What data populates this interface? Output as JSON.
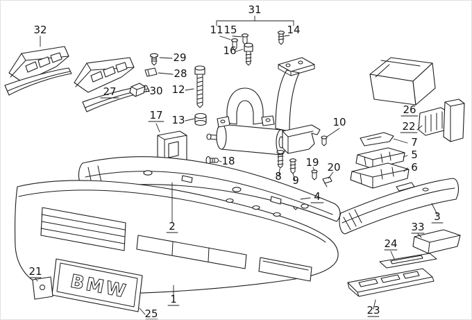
{
  "colors": {
    "background": "#ffffff",
    "line": "#1a1a1a"
  },
  "plate": {
    "text": "BMW"
  },
  "labels": {
    "l1": "1",
    "l2": "2",
    "l3": "3",
    "l4": "4",
    "l5": "5",
    "l6": "6",
    "l7": "7",
    "l8": "8",
    "l9": "9",
    "l10": "10",
    "l11": "11",
    "l12": "12",
    "l13": "13",
    "l14": "14",
    "l15": "15",
    "l16": "16",
    "l17": "17",
    "l18": "18",
    "l19": "19",
    "l20": "20",
    "l21": "21",
    "l22": "22",
    "l23": "23",
    "l24": "24",
    "l25": "25",
    "l26": "26",
    "l27": "27",
    "l28": "28",
    "l29": "29",
    "l30": "30",
    "l31": "31",
    "l32": "32",
    "l33": "33"
  }
}
